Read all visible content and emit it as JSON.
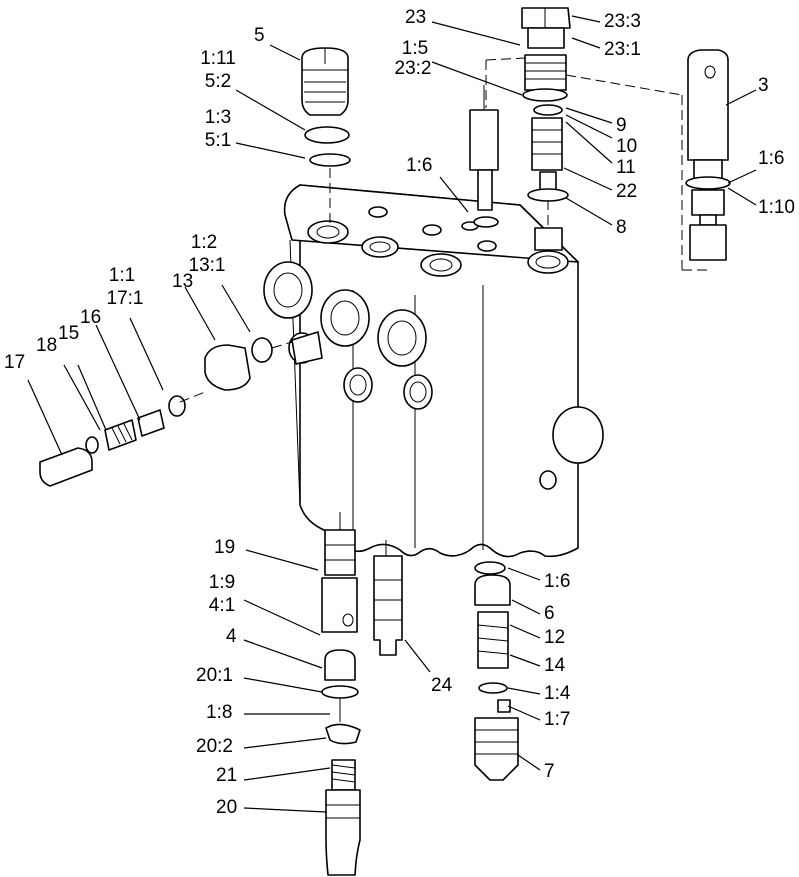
{
  "callouts": {
    "c5": "5",
    "c1_11": "1:11",
    "c5_2": "5:2",
    "c1_3": "1:3",
    "c5_1": "5:1",
    "c23": "23",
    "c1_5": "1:5",
    "c23_2": "23:2",
    "c23_3": "23:3",
    "c23_1": "23:1",
    "c3": "3",
    "c9": "9",
    "c10": "10",
    "c11": "11",
    "c22": "22",
    "c8": "8",
    "c1_6a": "1:6",
    "c1_6b": "1:6",
    "c1_10": "1:10",
    "c1_2": "1:2",
    "c13_1": "13:1",
    "c13": "13",
    "c1_1": "1:1",
    "c17_1": "17:1",
    "c16": "16",
    "c18": "18",
    "c15": "15",
    "c17": "17",
    "c19": "19",
    "c1_9": "1:9",
    "c4_1": "4:1",
    "c4": "4",
    "c20_1": "20:1",
    "c1_8": "1:8",
    "c20_2": "20:2",
    "c21": "21",
    "c20": "20",
    "c24": "24",
    "c1_6c": "1:6",
    "c6": "6",
    "c12": "12",
    "c14": "14",
    "c1_4": "1:4",
    "c1_7": "1:7",
    "c7": "7"
  }
}
